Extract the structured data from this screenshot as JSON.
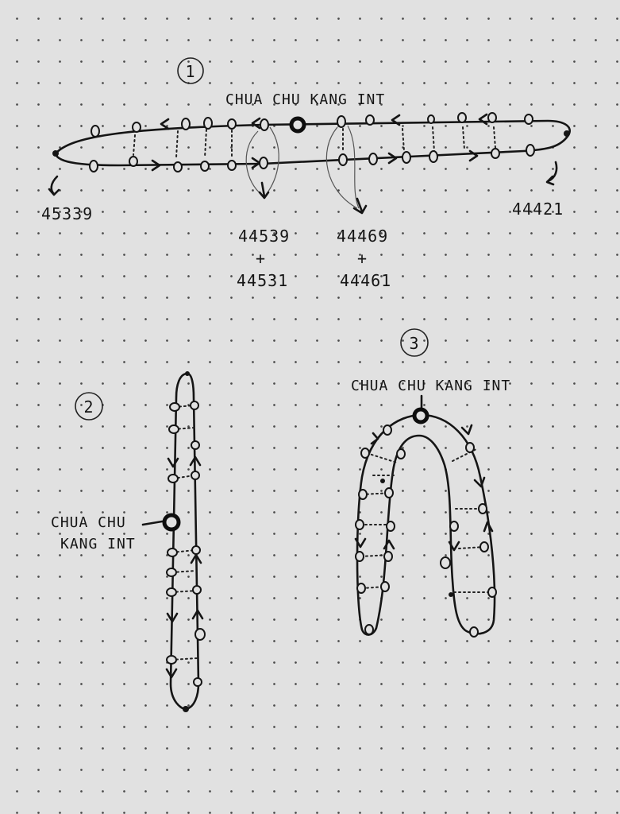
{
  "diagram1": {
    "number": "1",
    "station_label": "CHUA CHU KANG INT",
    "end_left": "45339",
    "end_right": "44421",
    "pair_left_a": "44539",
    "pair_left_plus": "+",
    "pair_left_b": "44531",
    "pair_right_a": "44469",
    "pair_right_plus": "+",
    "pair_right_b": "44461"
  },
  "diagram2": {
    "number": "2",
    "station_label_line1": "CHUA CHU",
    "station_label_line2": "KANG INT"
  },
  "diagram3": {
    "number": "3",
    "station_label": "CHUA CHU KANG INT"
  }
}
